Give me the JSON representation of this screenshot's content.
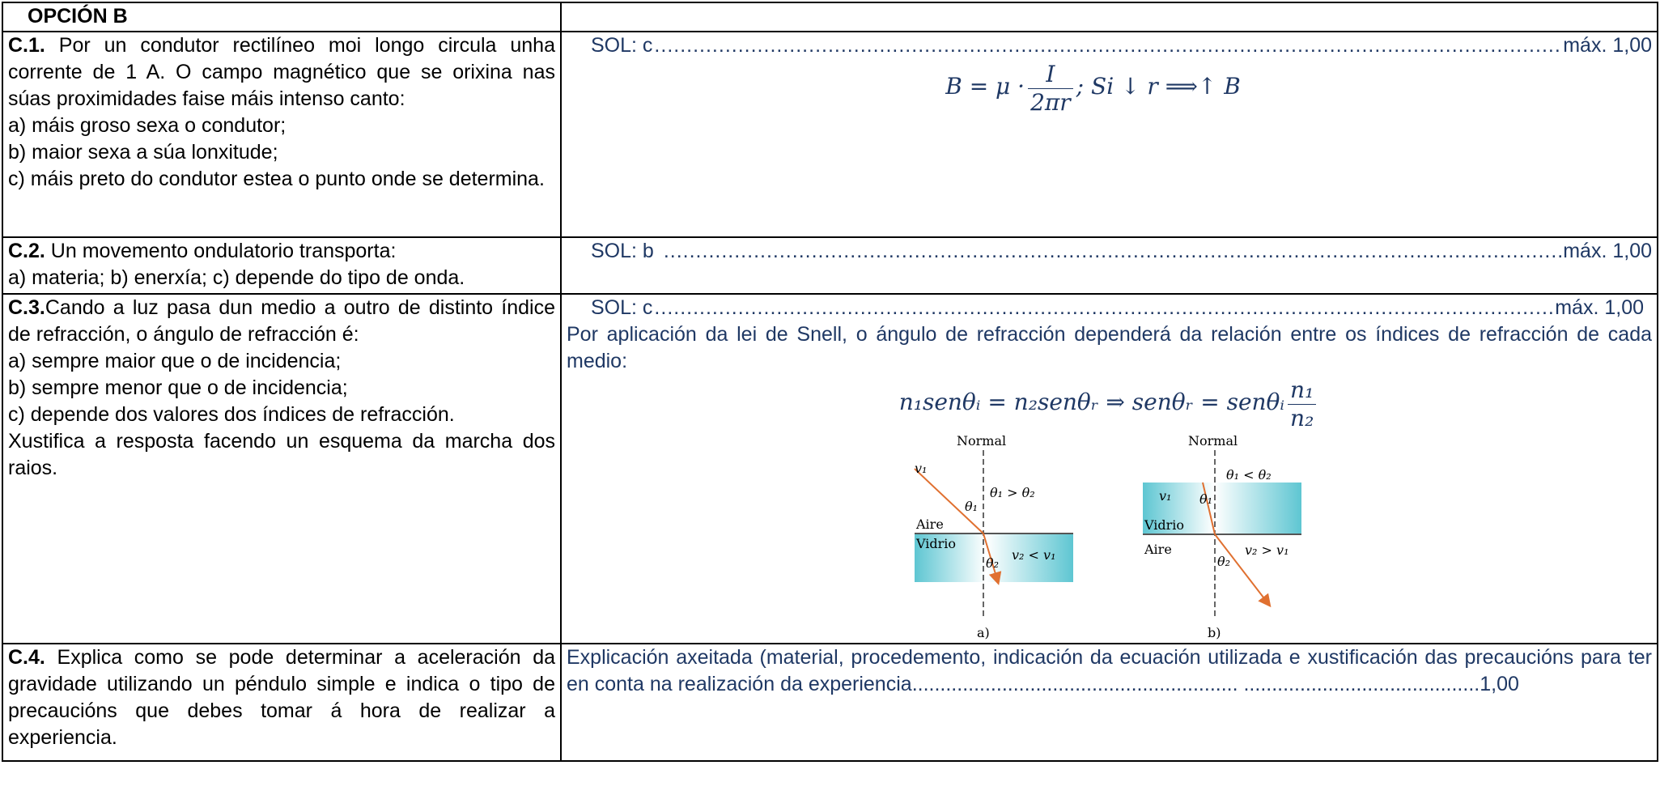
{
  "header": {
    "option": "OPCIÓN B",
    "right": ""
  },
  "c1": {
    "label": "C.1.",
    "text": " Por un condutor rectilíneo moi longo circula unha corrente de 1 A. O campo magnético que se orixina nas súas proximidades faise máis intenso canto:",
    "options": [
      "a) máis groso sexa o condutor;",
      "b) maior sexa a súa lonxitude;",
      "c) máis preto do condutor estea o punto onde se determina."
    ],
    "sol": "SOL: c",
    "max": "máx. 1,00",
    "formula_left": "B = μ ·",
    "formula_num": "I",
    "formula_den": "2πr",
    "formula_right": "; Si  ↓ r ⟹↑ B"
  },
  "c2": {
    "label": "C.2.",
    "text": " Un movemento ondulatorio transporta:",
    "options": "a) materia; b) enerxía; c) depende do tipo de onda.",
    "sol": "SOL: b",
    "max": "máx. 1,00"
  },
  "c3": {
    "label": "C.3.",
    "text": "Cando a luz pasa dun medio a outro de distinto índice de refracción, o ángulo de refracción é:",
    "options": [
      "a) sempre maior que o de incidencia;",
      "b) sempre menor que o de incidencia;",
      "c) depende dos valores dos índices de refracción."
    ],
    "extra": "Xustifica a resposta facendo un esquema da marcha dos raios.",
    "sol": "SOL: c",
    "max": "máx. 1,00",
    "explanation": "Por aplicación da lei de Snell, o ángulo de refracción dependerá da relación entre os índices de refracción de cada medio:",
    "formula_left": "n₁senθᵢ = n₂senθᵣ ⇒ senθᵣ = senθᵢ",
    "formula_num": "n₁",
    "formula_den": "n₂",
    "diagram": {
      "a": {
        "normal": "Normal",
        "top_medium": "Aire",
        "bottom_medium": "Vidrio",
        "v_in": "v₁",
        "theta_in": "θ₁",
        "relation": "θ₁ > θ₂",
        "theta_out": "θ₂",
        "v_rel": "v₂ < v₁",
        "caption": "a)"
      },
      "b": {
        "normal": "Normal",
        "top_medium": "Vidrio",
        "bottom_medium": "Aire",
        "v_in": "v₁",
        "theta_in": "θ₁",
        "relation": "θ₁ < θ₂",
        "theta_out": "θ₂",
        "v_rel": "v₂ > v₁",
        "caption": "b)"
      }
    }
  },
  "c4": {
    "label": "C.4.",
    "text": " Explica como se pode determinar a aceleración da gravidade utilizando un péndulo simple e indica o tipo de precaucións que debes tomar á hora de realizar a experiencia.",
    "answer": "Explicación axeitada (material, procedemento, indicación da ecuación utilizada e xustificación das precaucións para ter en conta na realización da experiencia",
    "score": "1,00"
  },
  "colors": {
    "solution": "#1f3864",
    "glass": "#5ec6d2",
    "ray": "#e07030"
  }
}
